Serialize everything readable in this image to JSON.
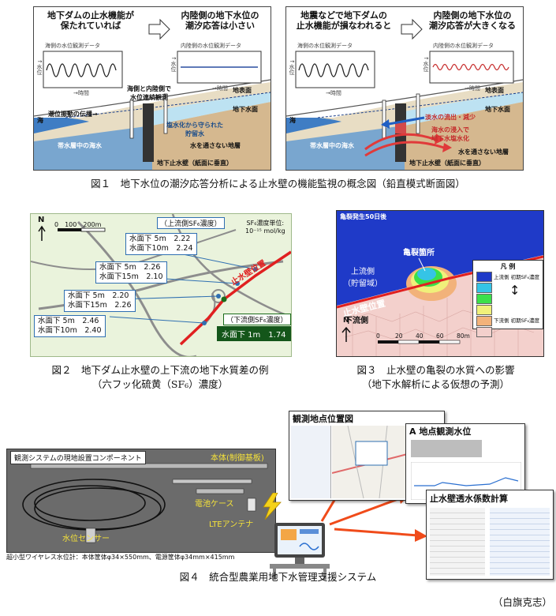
{
  "fig1": {
    "left": {
      "header_l1": "地下ダムの止水機能が",
      "header_l2": "保たれていれば",
      "header_r1": "内陸側の地下水位の",
      "header_r2": "潮汐応答は小さい",
      "graph_l_title": "海側の水位観測データ",
      "graph_r_title": "内陸側の水位観測データ",
      "axis_y": "↑水位",
      "axis_x": "→時間",
      "note1": "海側と内陸側で",
      "note2": "水位連続観測",
      "surface": "地表面",
      "gw_level": "地下水面",
      "sea": "海",
      "tide": "潮位振動の伝播→",
      "protected1": "塩水化から守られた",
      "protected2": "貯留水",
      "aquifer_sea": "帯水層中の海水",
      "impermeable": "水を通さない地層",
      "wall": "地下止水壁（紙面に垂直）"
    },
    "right": {
      "header_l1": "地震などで地下ダムの",
      "header_l2": "止水機能が損なわれると",
      "header_r1": "内陸側の地下水位の",
      "header_r2": "潮汐応答が大きくなる",
      "graph_l_title": "海側の水位観測データ",
      "graph_r_title": "内陸側の水位観測データ",
      "axis_y": "↑水位",
      "axis_x": "→時間",
      "surface": "地表面",
      "gw_level": "地下水面",
      "sea": "海",
      "outflow": "淡水の流出・減少",
      "intrusion1": "海水の浸入で",
      "intrusion2": "地下水塩水化",
      "aquifer_sea": "帯水層中の海水",
      "impermeable": "水を通さない地層",
      "wall": "地下止水壁（紙面に垂直）"
    },
    "caption": "図１　地下水位の潮汐応答分析による止水壁の機能監視の概念図（鉛直模式断面図）"
  },
  "fig2": {
    "north": "N",
    "scale": "0　100　200m",
    "upstream_title": "（上流側SF₆濃度）",
    "unit1": "SF₆濃度単位:",
    "unit2": "10⁻¹⁵ mol/kg",
    "wall_label": "止水壁位置",
    "downstream_title": "（下流側SF₆濃度）",
    "downstream_value": "水面下 1m　1.74",
    "boxes": [
      {
        "r1": "水面下 5m　2.22",
        "r2": "水面下10m　2.24"
      },
      {
        "r1": "水面下 5m　2.26",
        "r2": "水面下15m　2.10"
      },
      {
        "r1": "水面下 5m　2.20",
        "r2": "水面下15m　2.26"
      },
      {
        "r1": "水面下 5m　2.46",
        "r2": "水面下10m　2.40"
      }
    ],
    "caption1": "図２　地下ダム止水壁の上下流の地下水質差の例",
    "caption2": "（六フッ化硫黄（SF₆）濃度）"
  },
  "fig3": {
    "title": "亀裂発生50日後",
    "crack": "亀裂箇所",
    "upstream1": "上流側",
    "upstream2": "（貯留域）",
    "wall": "止水壁位置",
    "downstream": "下流側",
    "legend_title": "凡 例",
    "legend_top": "上流側 初期SF₆濃度",
    "legend_bottom": "下流側 初期SF₆濃度",
    "north": "N",
    "scale_ticks": [
      "0",
      "20",
      "40",
      "60",
      "80m"
    ],
    "caption1": "図３　止水壁の亀裂の水質への影響",
    "caption2": "（地下水解析による仮想の予測）",
    "colors": [
      "#1f3ac8",
      "#35c4e6",
      "#3be04a",
      "#f0f07a",
      "#f2b27a",
      "#f3d0cc"
    ]
  },
  "fig4": {
    "photo_title": "観測システムの現地設置コンポーネント",
    "main_unit": "本体(制御基板)",
    "battery": "電池ケース",
    "antenna": "LTEアンテナ",
    "sensor": "水位センサー",
    "spec": "超小型ワイヤレス水位計：本体筐体φ34×550mm、電源筐体φ34mm×415mm",
    "screen1": "観測地点位置図",
    "screen2": "A 地点観測水位",
    "screen3": "止水壁透水係数計算",
    "caption": "図４　統合型農業用地下水管理支援システム"
  },
  "author": "（白旗克志）"
}
